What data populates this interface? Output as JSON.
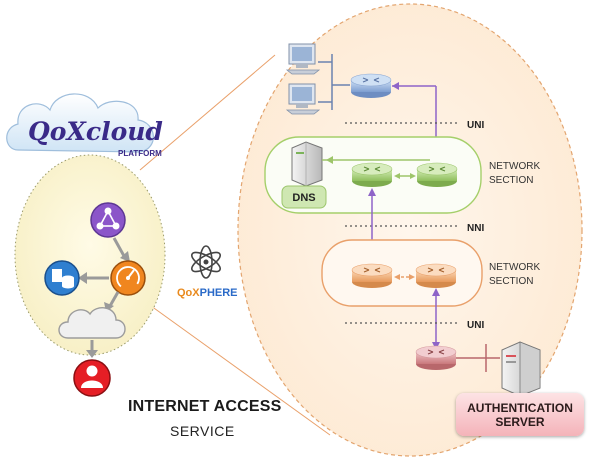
{
  "brand": {
    "logo_text": "QoXcloud",
    "logo_sub": "PLATFORM",
    "qoxphere_prefix": "QoX",
    "qoxphere_suffix": "PHERE"
  },
  "labels": {
    "uni_top": "UNI",
    "nni": "NNI",
    "uni_bottom": "UNI",
    "network_section_1_line1": "NETWORK",
    "network_section_1_line2": "SECTION",
    "network_section_2_line1": "NETWORK",
    "network_section_2_line2": "SECTION",
    "dns": "DNS"
  },
  "service": {
    "title": "INTERNET ACCESS",
    "subtitle": "SERVICE"
  },
  "auth": {
    "line1": "AUTHENTICATION",
    "line2": "SERVER"
  },
  "colors": {
    "green_router": "#a9cf7e",
    "orange_router": "#f3b07a",
    "blue_router": "#8fb0dc",
    "red_router": "#d98c90",
    "purple_link": "#8e64c8",
    "orange_outline": "#e9a06a",
    "green_outline": "#a5cf6a"
  },
  "icons": [
    "share-icon",
    "database-icon",
    "speedometer-icon",
    "cloud-icon",
    "user-icon",
    "router-icon",
    "pc-icon",
    "server-icon",
    "atom-icon"
  ]
}
